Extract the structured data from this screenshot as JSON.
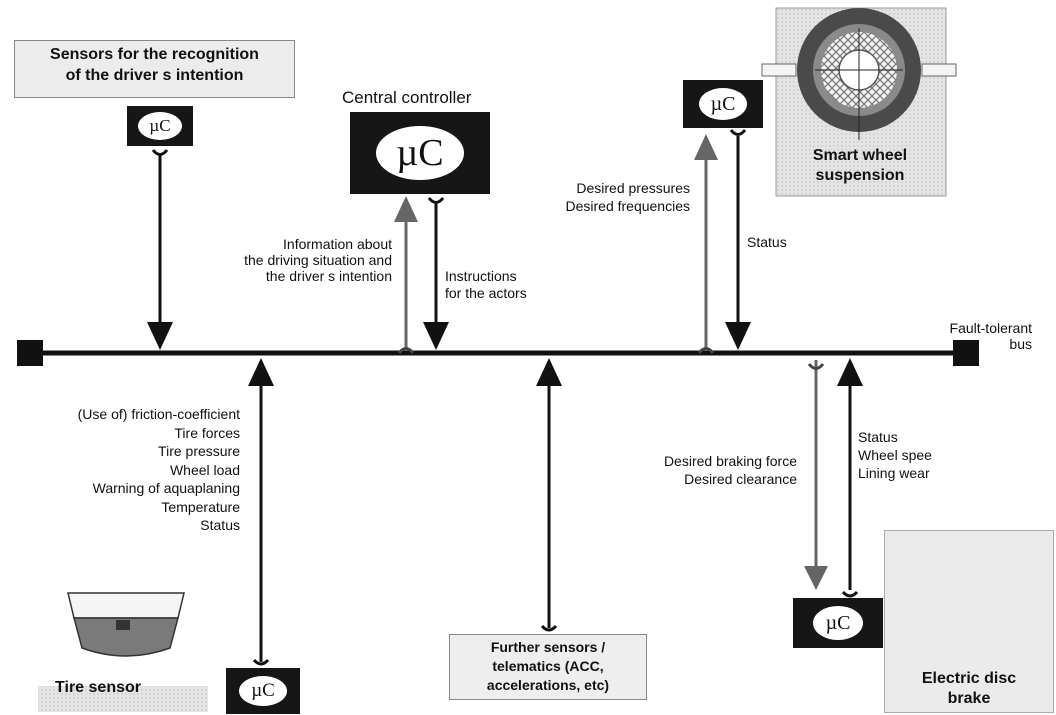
{
  "diagram": {
    "bus_label": "Fault-tolerant\nbus",
    "nodes": {
      "driver_sensors": {
        "label": "Sensors for the recognition\nof the driver s intention",
        "uc": "µC"
      },
      "central": {
        "title": "Central controller",
        "uc": "µC"
      },
      "wheel": {
        "label": "Smart wheel\nsuspension",
        "uc": "µC"
      },
      "tire": {
        "label": "Tire sensor",
        "uc": "µC"
      },
      "further": {
        "label": "Further sensors /\ntelematics (ACC,\naccelerations, etc)"
      },
      "brake": {
        "label": "Electric disc\nbrake",
        "uc": "µC"
      }
    },
    "signals": {
      "central_info": "Information about\nthe driving situation and\nthe driver s intention",
      "central_instr": "Instructions\nfor the actors",
      "wheel_desired": "Desired pressures\nDesired frequencies",
      "wheel_status": "Status",
      "tire_list": "(Use of) friction-coefficient\nTire forces\nTire pressure\nWheel load\nWarning of aquaplaning\nTemperature\nStatus",
      "brake_desired": "Desired braking force\nDesired clearance",
      "brake_status": "Status\nWheel spee\nLining wear"
    },
    "icons": [
      "wheel-suspension-icon",
      "tire-sensor-icon",
      "disc-brake-icon"
    ]
  }
}
